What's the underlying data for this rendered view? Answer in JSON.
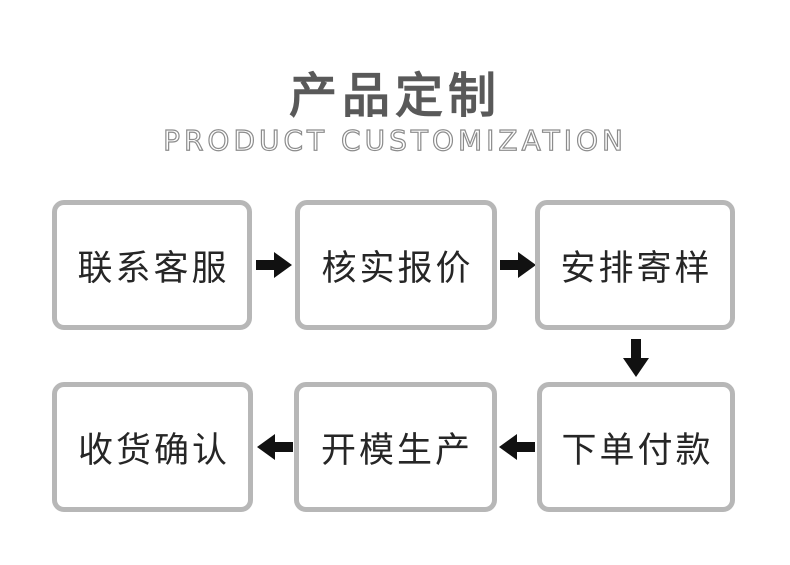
{
  "page": {
    "background_color": "#ffffff"
  },
  "header": {
    "title": "产品定制",
    "subtitle": "PRODUCT CUSTOMIZATION"
  },
  "colors": {
    "title": "#595959",
    "subtitle": "#8c8c8c",
    "box_border": "#b7b7b7",
    "box_background": "#ffffff",
    "box_text": "#262626",
    "arrow": "#111111"
  },
  "flow": {
    "steps": [
      "联系客服",
      "核实报价",
      "安排寄样",
      "下单付款",
      "开模生产",
      "收货确认"
    ],
    "connections": [
      {
        "from": "联系客服",
        "to": "核实报价",
        "arrow": "right"
      },
      {
        "from": "核实报价",
        "to": "安排寄样",
        "arrow": "right"
      },
      {
        "from": "安排寄样",
        "to": "下单付款",
        "arrow": "down"
      },
      {
        "from": "下单付款",
        "to": "开模生产",
        "arrow": "left"
      },
      {
        "from": "开模生产",
        "to": "收货确认",
        "arrow": "left"
      }
    ]
  }
}
